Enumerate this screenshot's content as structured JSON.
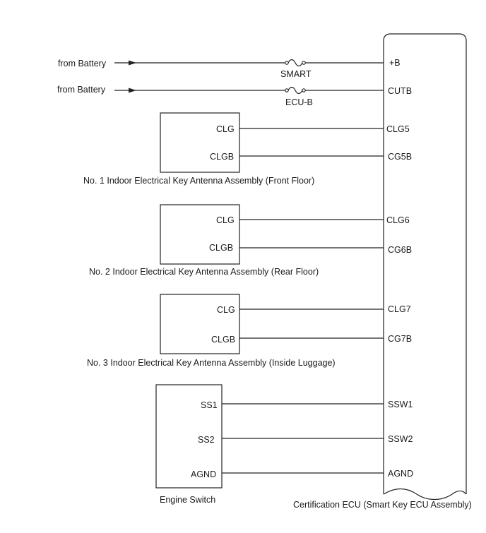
{
  "supply": {
    "battery_label_1": "from Battery",
    "battery_label_2": "from Battery",
    "fuse_1": "SMART",
    "fuse_2": "ECU-B"
  },
  "ecu": {
    "caption": "Certification ECU (Smart Key ECU Assembly)",
    "pins": [
      "+B",
      "CUTB",
      "CLG5",
      "CG5B",
      "CLG6",
      "CG6B",
      "CLG7",
      "CG7B",
      "SSW1",
      "SSW2",
      "AGND"
    ]
  },
  "antennas": [
    {
      "caption": "No. 1 Indoor Electrical Key Antenna Assembly (Front Floor)",
      "pin_top": "CLG",
      "pin_bottom": "CLGB"
    },
    {
      "caption": "No. 2 Indoor Electrical Key Antenna Assembly (Rear Floor)",
      "pin_top": "CLG",
      "pin_bottom": "CLGB"
    },
    {
      "caption": "No. 3 Indoor Electrical Key Antenna Assembly (Inside Luggage)",
      "pin_top": "CLG",
      "pin_bottom": "CLGB"
    }
  ],
  "engine_switch": {
    "caption": "Engine Switch",
    "pins": [
      "SS1",
      "SS2",
      "AGND"
    ]
  }
}
